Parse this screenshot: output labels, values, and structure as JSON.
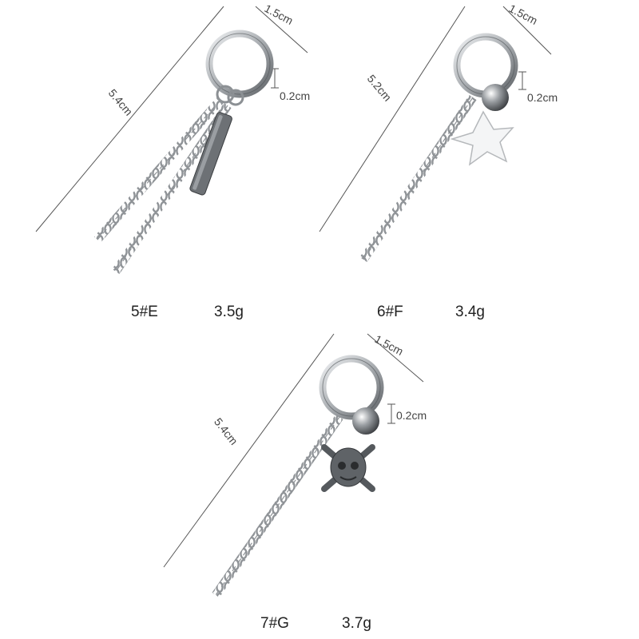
{
  "products": [
    {
      "code": "5#E",
      "weight": "3.5g",
      "dimensions": {
        "diameter": "1.5cm",
        "thickness": "0.2cm",
        "length": "5.4cm"
      },
      "pendant": "bar-and-double-chain"
    },
    {
      "code": "6#F",
      "weight": "3.4g",
      "dimensions": {
        "diameter": "1.5cm",
        "thickness": "0.2cm",
        "length": "5.2cm"
      },
      "pendant": "star-and-chain"
    },
    {
      "code": "7#G",
      "weight": "3.7g",
      "dimensions": {
        "diameter": "1.5cm",
        "thickness": "0.2cm",
        "length": "5.4cm"
      },
      "pendant": "skull-and-chain"
    }
  ],
  "colors": {
    "metal": "#c8cacc",
    "metal_dark": "#7d8185",
    "dim_line": "#555555",
    "background": "#ffffff"
  }
}
